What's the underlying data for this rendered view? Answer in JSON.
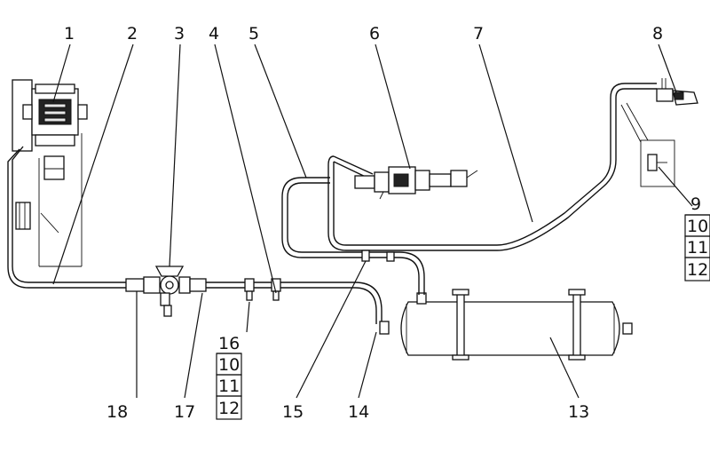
{
  "labels": {
    "l1": "1",
    "l2": "2",
    "l3": "3",
    "l4": "4",
    "l5": "5",
    "l6": "6",
    "l7": "7",
    "l8": "8",
    "l9": "9",
    "l10": "10",
    "l11": "11",
    "l12": "12",
    "l13": "13",
    "l14": "14",
    "l15": "15",
    "l16": "16",
    "l10b": "10",
    "l11b": "11",
    "l12b": "12",
    "l17": "17",
    "l18": "18"
  }
}
